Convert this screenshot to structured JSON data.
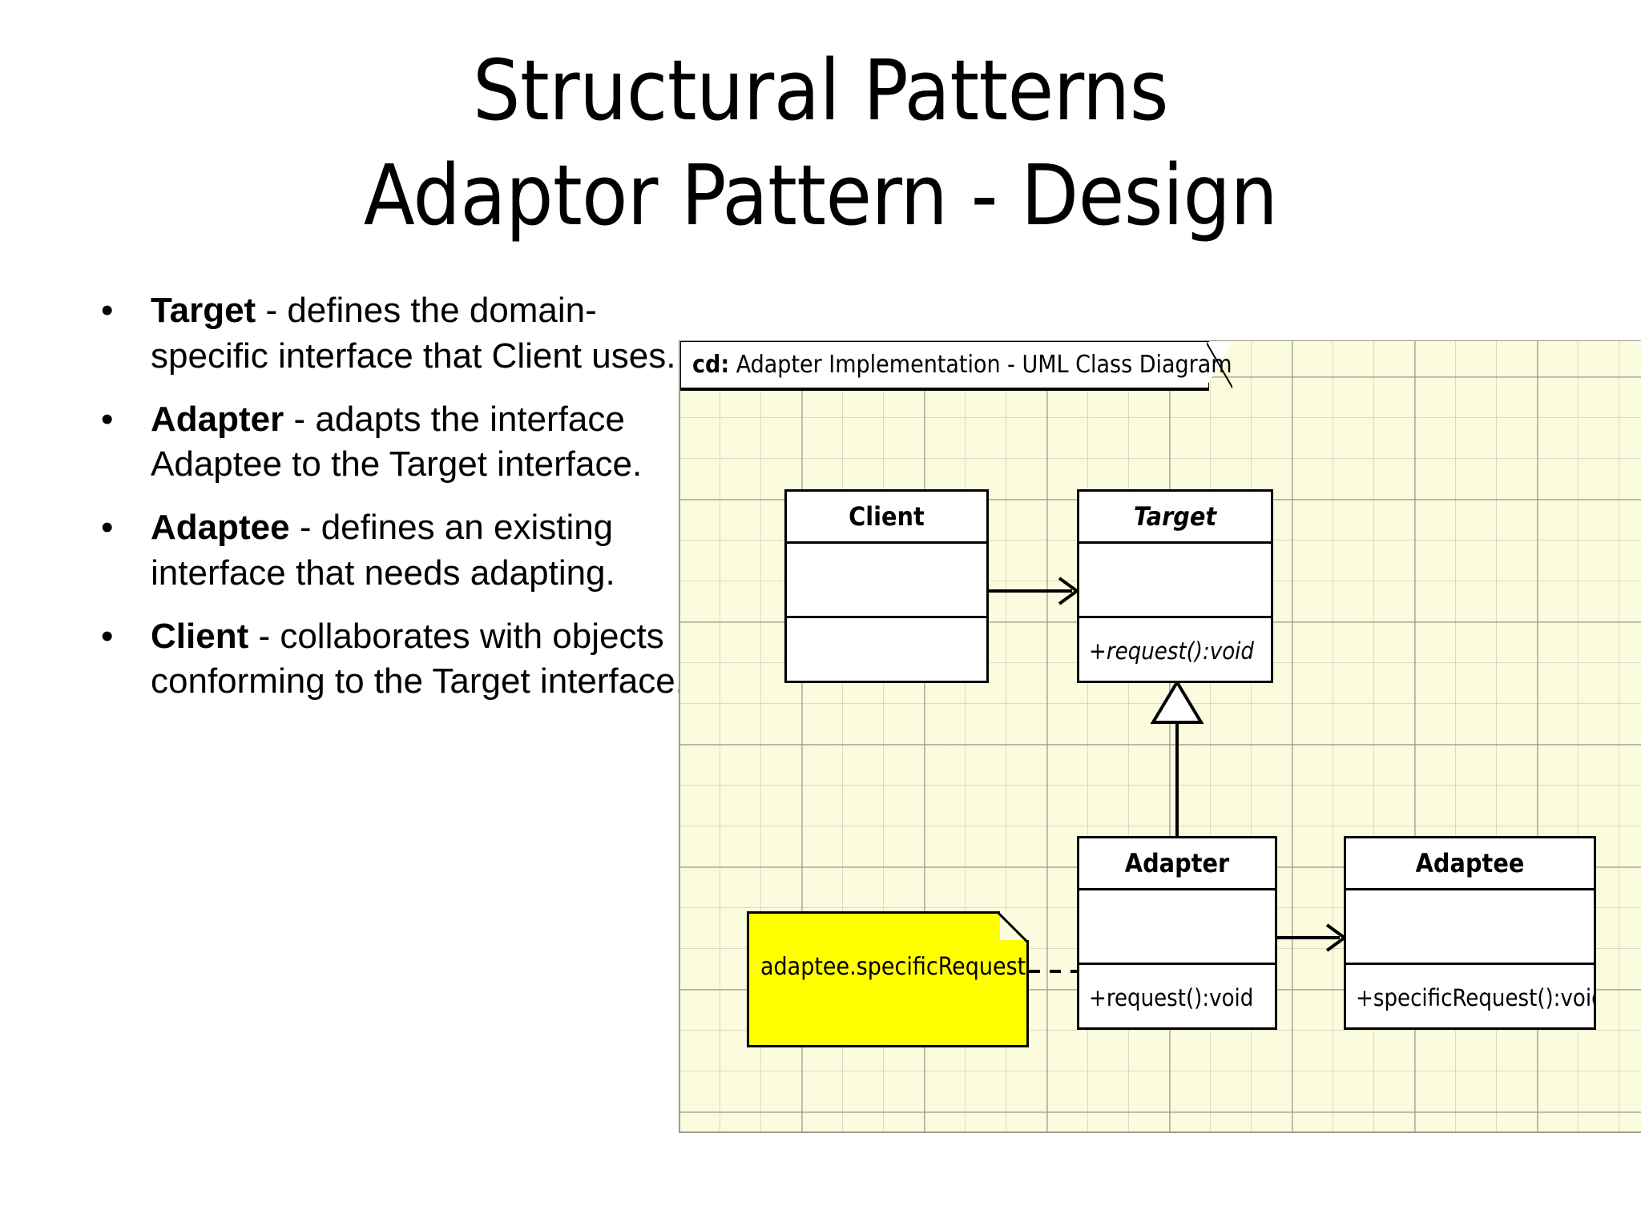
{
  "slide": {
    "title_line1": "Structural Patterns",
    "title_line2": "Adaptor Pattern - Design",
    "background_color": "#ffffff"
  },
  "bullets": [
    {
      "term": "Target",
      "rest": " - defines the domain-specific interface that Client uses.",
      "marker": "•"
    },
    {
      "term": "Adapter",
      "rest": " - adapts the interface Adaptee to the Target interface.",
      "marker": "•"
    },
    {
      "term": "Adaptee",
      "rest": " - defines an existing interface that needs adapting.",
      "marker": "•"
    },
    {
      "term": "Client",
      "rest": " - collaborates with objects conforming to the Target interface.",
      "marker": "•"
    }
  ],
  "diagram": {
    "frame_title_keyword": "cd:",
    "frame_title_text": " Adapter Implementation - UML Class Diagram",
    "background_color": "#fbfbdd",
    "grid_color": "#b4b4a8",
    "classes": [
      {
        "id": "client",
        "name": "Client",
        "italic_name": false,
        "attributes": "",
        "operations": "",
        "operations_italic": false
      },
      {
        "id": "target",
        "name": "Target",
        "italic_name": true,
        "attributes": "",
        "operations": "+request():void",
        "operations_italic": true
      },
      {
        "id": "adapter",
        "name": "Adapter",
        "italic_name": false,
        "attributes": "",
        "operations": "+request():void",
        "operations_italic": false
      },
      {
        "id": "adaptee",
        "name": "Adaptee",
        "italic_name": false,
        "attributes": "",
        "operations": "+specificRequest():void",
        "operations_italic": false
      }
    ],
    "note": {
      "text": "adaptee.specificRequest",
      "fill_color": "#ffff00"
    },
    "connectors": [
      {
        "id": "client-target",
        "type": "association",
        "from": "Client",
        "to": "Target"
      },
      {
        "id": "adapter-adaptee",
        "type": "association",
        "from": "Adapter",
        "to": "Adaptee"
      },
      {
        "id": "adapter-target",
        "type": "generalization",
        "from": "Adapter",
        "to": "Target"
      },
      {
        "id": "note-adapter",
        "type": "note-link",
        "from": "adaptee.specificRequest",
        "to": "Adapter"
      }
    ]
  }
}
